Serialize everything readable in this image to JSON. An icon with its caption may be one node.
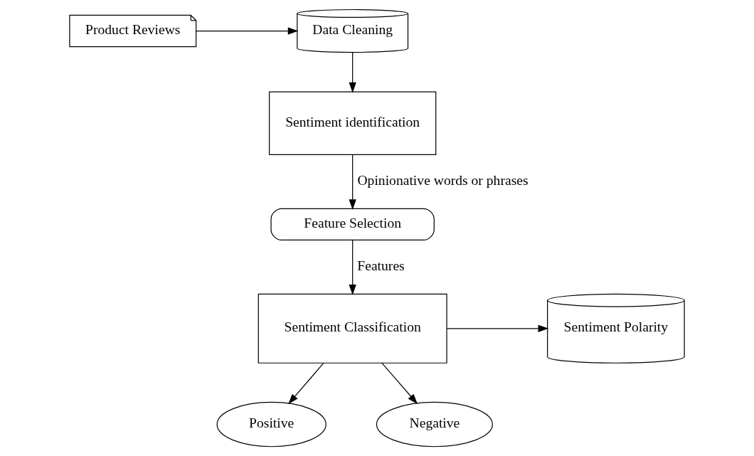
{
  "diagram": {
    "nodes": [
      {
        "text": [
          "Product Reviews"
        ]
      },
      {
        "text": [
          "Data Cleaning"
        ]
      },
      {
        "text": [
          "Sentiment identification"
        ]
      },
      {
        "text": [
          "Feature Selection"
        ]
      },
      {
        "text": [
          "Sentiment Classification"
        ]
      },
      {
        "text": [
          "Sentiment Polarity"
        ]
      },
      {
        "text": [
          "Positive"
        ]
      },
      {
        "text": [
          "Negative"
        ]
      }
    ],
    "edges": [
      {
        "from": 0,
        "to": 1,
        "arrow": "to"
      },
      {
        "from": 1,
        "to": 2,
        "arrow": "to"
      },
      {
        "from": 2,
        "to": 3,
        "arrow": "to",
        "label": "Opinionative words or phrases"
      },
      {
        "from": 3,
        "to": 4,
        "arrow": "to",
        "label": "Features"
      },
      {
        "from": 4,
        "to": 5,
        "arrow": "to"
      },
      {
        "from": 4,
        "to": 6,
        "arrow": "to"
      },
      {
        "from": 4,
        "to": 7,
        "arrow": "to"
      }
    ]
  }
}
